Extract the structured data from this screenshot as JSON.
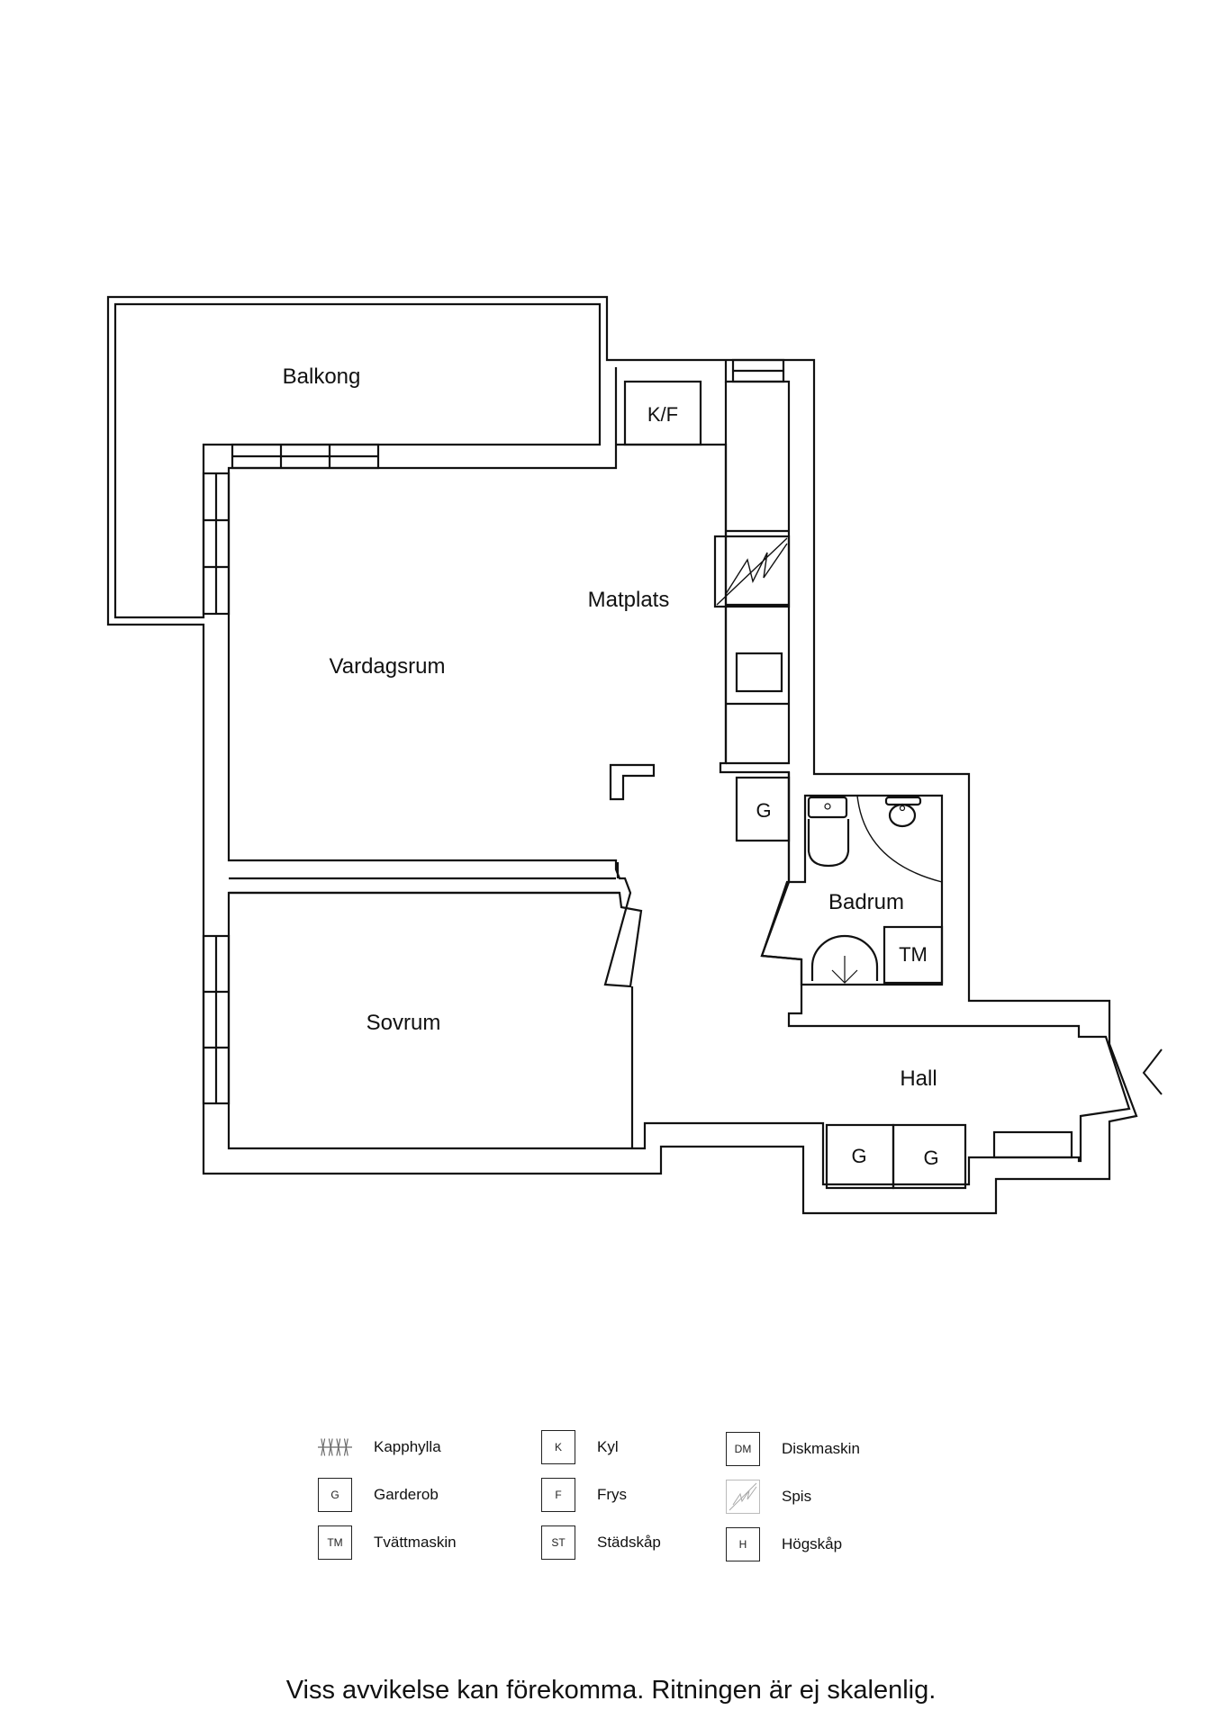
{
  "rooms": {
    "balcony": "Balkong",
    "dining": "Matplats",
    "living": "Vardagsrum",
    "bathroom": "Badrum",
    "bedroom": "Sovrum",
    "hall": "Hall"
  },
  "fixtures": {
    "fridge_freezer": "K/F",
    "wardrobe": "G",
    "washing_machine": "TM"
  },
  "legend": [
    {
      "code": "",
      "icon": "coat-rack-icon",
      "label": "Kapphylla"
    },
    {
      "code": "G",
      "icon": "",
      "label": "Garderob"
    },
    {
      "code": "TM",
      "icon": "",
      "label": "Tvättmaskin"
    },
    {
      "code": "K",
      "icon": "",
      "label": "Kyl"
    },
    {
      "code": "F",
      "icon": "",
      "label": "Frys"
    },
    {
      "code": "ST",
      "icon": "",
      "label": "Städskåp"
    },
    {
      "code": "DM",
      "icon": "",
      "label": "Diskmaskin"
    },
    {
      "code": "",
      "icon": "stove-icon",
      "label": "Spis"
    },
    {
      "code": "H",
      "icon": "",
      "label": "Högskåp"
    }
  ],
  "disclaimer": "Viss avvikelse kan förekomma. Ritningen är ej skalenlig."
}
